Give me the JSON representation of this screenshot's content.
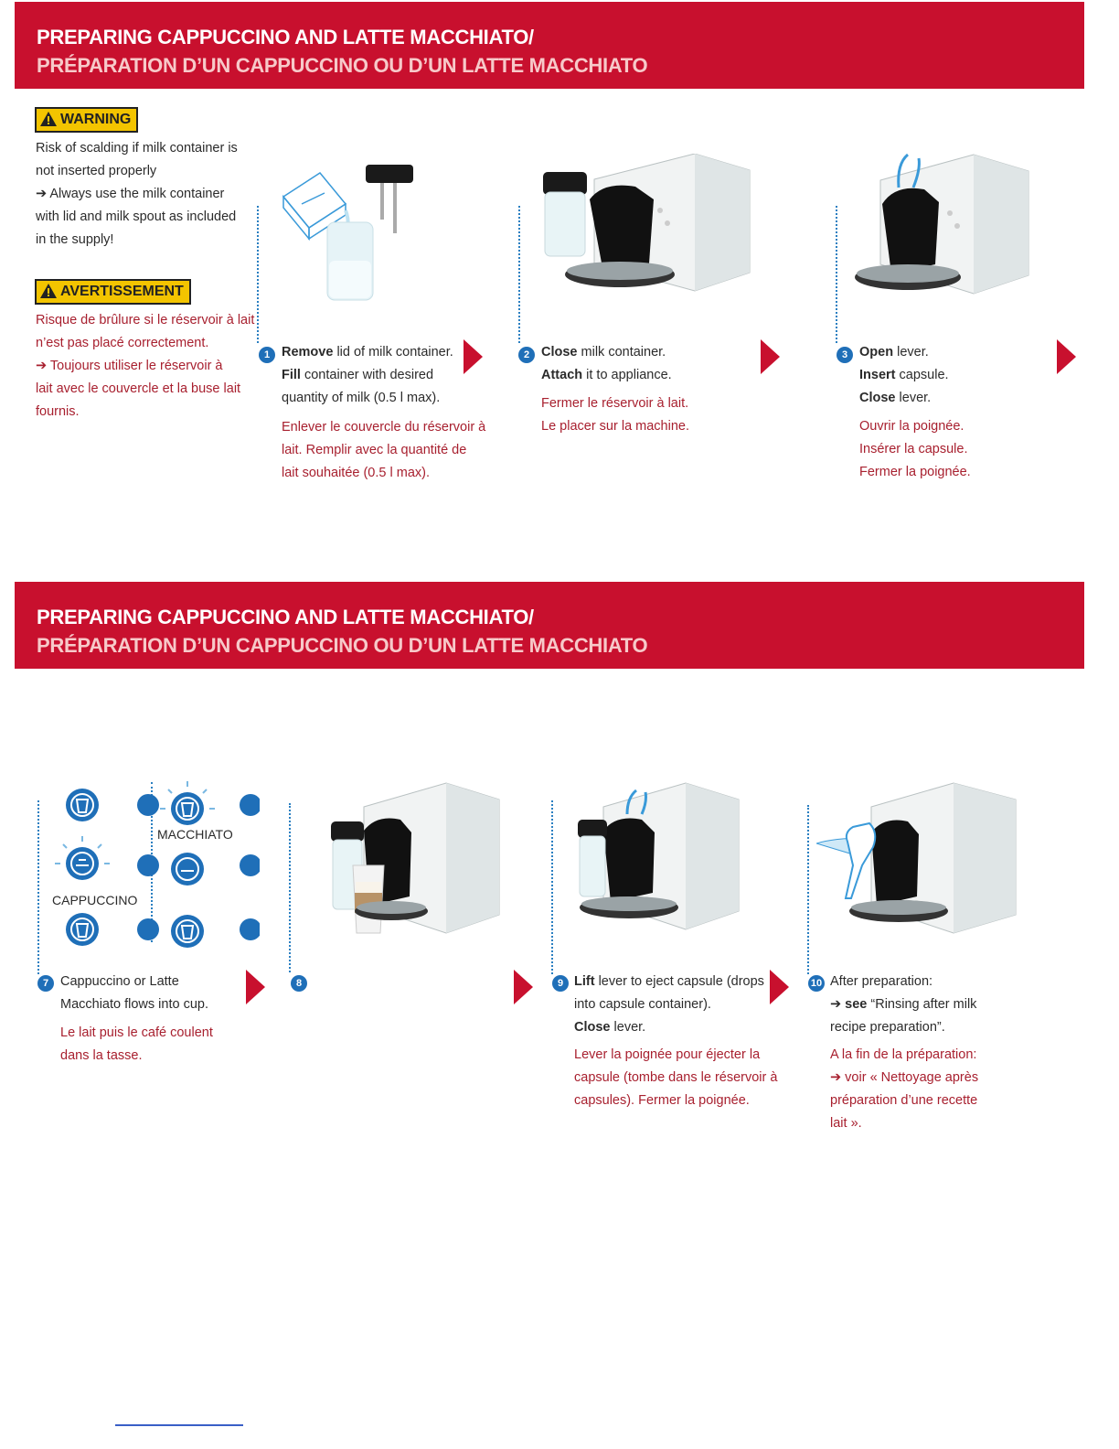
{
  "section1": {
    "title_en": "PREPARING CAPPUCCINO AND LATTE MACCHIATO/",
    "title_fr": "PRÉPARATION D’UN CAPPUCCINO OU D’UN LATTE MACCHIATO"
  },
  "warning": {
    "label": "WARNING",
    "lines": [
      "Risk of scalding if milk container is",
      "not inserted properly",
      "➔ Always use the milk container",
      "with lid and milk spout as included",
      "in the supply!"
    ]
  },
  "avertissement": {
    "label": "AVERTISSEMENT",
    "lines": [
      "Risque de brûlure si le réservoir à lait",
      "n’est pas placé correctement.",
      "➔ Toujours utiliser le réservoir à",
      "lait avec le couvercle et la buse lait",
      "fournis."
    ]
  },
  "steps_top": [
    {
      "num": "1",
      "en": [
        [
          "Remove",
          " lid of milk container."
        ],
        [
          "Fill",
          " container with desired"
        ],
        [
          "",
          "quantity of milk (0.5 l max)."
        ]
      ],
      "fr": [
        "Enlever le couvercle du réservoir à",
        "lait. Remplir avec la quantité de",
        "lait souhaitée (0.5 l max)."
      ]
    },
    {
      "num": "2",
      "en": [
        [
          "Close",
          " milk container."
        ],
        [
          "Attach",
          " it to appliance."
        ]
      ],
      "fr": [
        "Fermer le réservoir à lait.",
        "Le placer sur la machine."
      ]
    },
    {
      "num": "3",
      "en": [
        [
          "Open",
          " lever."
        ],
        [
          "Insert",
          " capsule."
        ],
        [
          "Close",
          " lever."
        ]
      ],
      "fr": [
        "Ouvrir la poignée.",
        "Insérer la capsule.",
        "Fermer la poignée."
      ]
    }
  ],
  "section2": {
    "title_en": "PREPARING CAPPUCCINO AND LATTE MACCHIATO/",
    "title_fr": "PRÉPARATION D’UN CAPPUCCINO OU D’UN LATTE MACCHIATO"
  },
  "buttons": {
    "macchiato": "MACCHIATO",
    "cappuccino": "CAPPUCCINO"
  },
  "steps_bottom": [
    {
      "num": "7",
      "en": [
        [
          "",
          "Cappuccino or Latte"
        ],
        [
          "",
          "Macchiato flows into cup."
        ]
      ],
      "fr": [
        "Le lait puis le café coulent",
        "dans la tasse."
      ]
    },
    {
      "num": "8",
      "en": [],
      "fr": []
    },
    {
      "num": "9",
      "en": [
        [
          "Lift",
          " lever to eject capsule (drops"
        ],
        [
          "",
          "into capsule container)."
        ],
        [
          "Close",
          " lever."
        ]
      ],
      "fr": [
        "Lever la poignée pour éjecter la",
        "capsule (tombe dans le réservoir à",
        "capsules). Fermer la poignée."
      ]
    },
    {
      "num": "10",
      "en": [
        [
          "",
          "After preparation:"
        ],
        [
          "➔ see",
          " “Rinsing after milk"
        ],
        [
          "",
          "recipe preparation”."
        ]
      ],
      "fr": [
        "A la fin de la préparation:",
        "➔ voir « Nettoyage après",
        "préparation d’une recette",
        "lait »."
      ]
    }
  ]
}
